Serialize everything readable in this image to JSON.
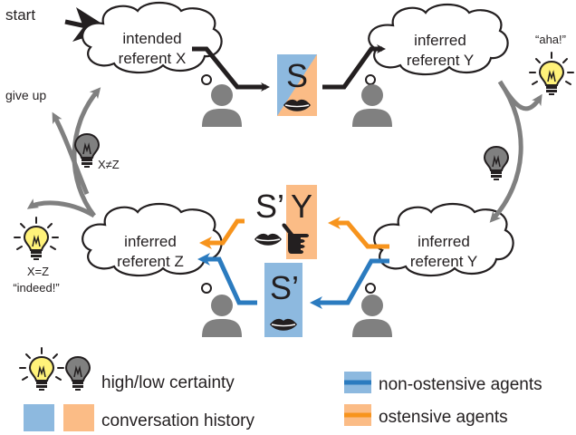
{
  "labels": {
    "start": "start",
    "give_up": "give up",
    "aha": "“aha!”",
    "indeed": "“indeed!”",
    "x_neq_z": "X≠Z",
    "x_eq_z": "X=Z",
    "s": "S",
    "s_prime": "S’",
    "y": "Y"
  },
  "clouds": {
    "top_left": [
      "intended",
      "referent X"
    ],
    "top_right": [
      "inferred",
      "referent Y"
    ],
    "bottom_left": [
      "inferred",
      "referent Z"
    ],
    "bottom_right": [
      "inferred",
      "referent Y"
    ]
  },
  "legend": {
    "certainty": "high/low certainty",
    "history": "conversation history",
    "non_ostensive": "non-ostensive agents",
    "ostensive": "ostensive agents"
  },
  "colors": {
    "blue": "#2b7bbf",
    "light_blue": "#8db9df",
    "orange": "#f7941d",
    "light_orange": "#fbbc86",
    "gray": "#808080",
    "bulb_on": "#fff27a",
    "black": "#231f20"
  }
}
